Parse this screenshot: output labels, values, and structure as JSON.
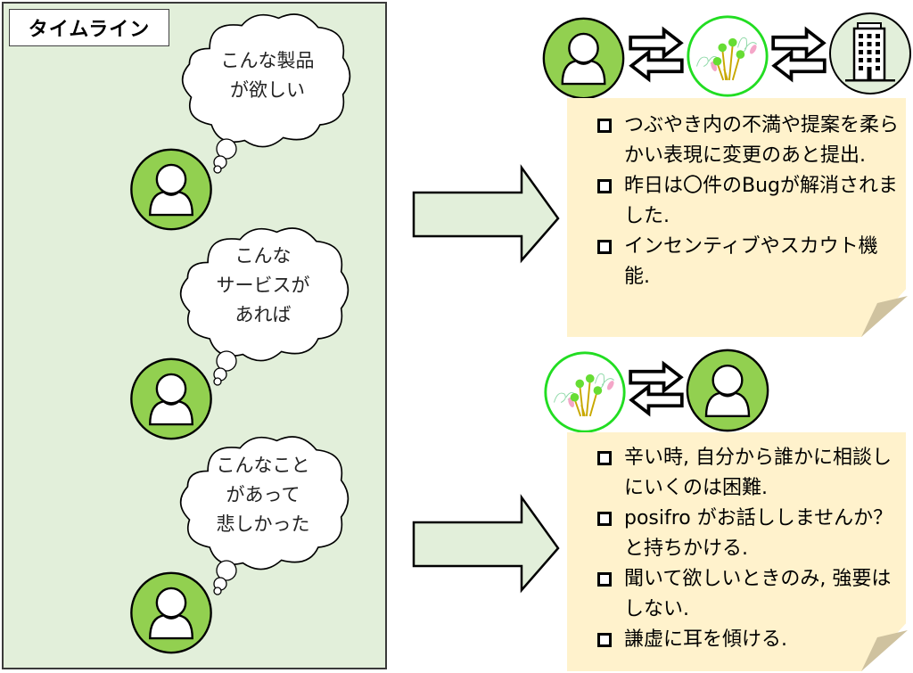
{
  "timeline": {
    "title": "タイムライン",
    "posts": [
      {
        "thought": "こんな製品\nが欲しい"
      },
      {
        "thought": "こんな\nサービスが\nあれば"
      },
      {
        "thought": "こんなこと\nがあって\n悲しかった"
      }
    ]
  },
  "flows": [
    {
      "actors": [
        "user-icon",
        "posifro-logo-icon",
        "company-building-icon"
      ],
      "notes": [
        "つぶやき内の不満や提案を柔らかい表現に変更のあと提出.",
        "昨日は〇件のBugが解消されました.",
        "インセンティブやスカウト機能."
      ]
    },
    {
      "actors": [
        "posifro-logo-icon",
        "user-icon"
      ],
      "notes": [
        "辛い時, 自分から誰かに相談しにいくのは困難.",
        "posifro がお話ししませんか？と持ちかける.",
        "聞いて欲しいときのみ, 強要はしない.",
        "謙虚に耳を傾ける."
      ]
    }
  ],
  "colors": {
    "panel_bg": "#e2efda",
    "user_green": "#92d050",
    "logo_ring": "#22dd22",
    "sticky_bg": "#fff2cc",
    "sticky_fold": "#cfc29f"
  }
}
